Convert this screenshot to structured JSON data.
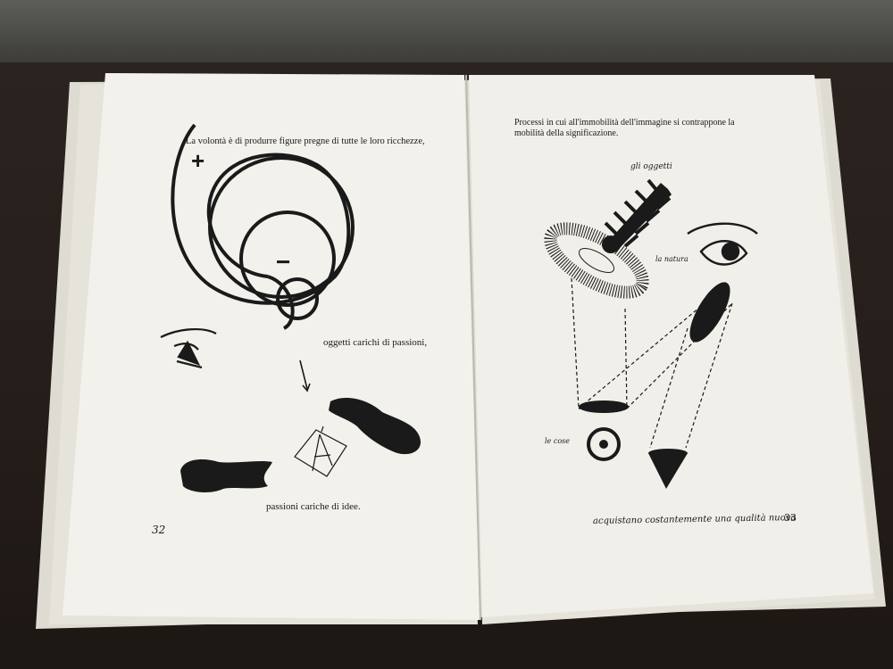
{
  "left_page": {
    "line1": "La volontà è di produrre figure pregne di tutte le loro ricchezze,",
    "line2": "oggetti carichi di passioni,",
    "line3": "passioni cariche di idee.",
    "page_number": "32",
    "plus_sign": "+",
    "minus_sign": "−"
  },
  "right_page": {
    "paragraph_line1": "Processi in cui all'immobilità dell'immagine si contrappone la",
    "paragraph_line2": "mobilità della significazione.",
    "label_oggetti": "gli oggetti",
    "label_natura": "la natura",
    "label_cose": "le cose",
    "footer_handwritten": "acquistano costantemente una qualità nuova",
    "page_number": "33"
  },
  "colors": {
    "paper": "#f2f0ea",
    "ink": "#1a1a1a",
    "table": "#2b231f"
  }
}
